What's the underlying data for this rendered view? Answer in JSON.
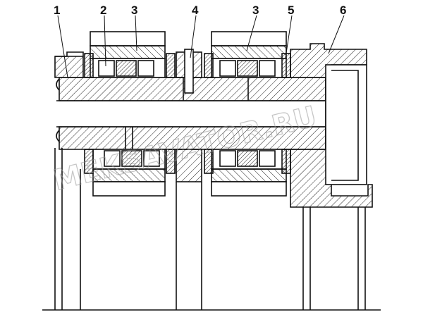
{
  "diagram": {
    "callouts": [
      {
        "id": "1",
        "text": "1"
      },
      {
        "id": "2",
        "text": "2"
      },
      {
        "id": "3a",
        "text": "3"
      },
      {
        "id": "4",
        "text": "4"
      },
      {
        "id": "3b",
        "text": "3"
      },
      {
        "id": "5",
        "text": "5"
      },
      {
        "id": "6",
        "text": "6"
      }
    ],
    "watermark": "MEKSAVATOR.RU",
    "colors": {
      "line": "#111111",
      "hatch": "#222222",
      "background": "#ffffff",
      "watermark": "#9a9a9a"
    }
  }
}
